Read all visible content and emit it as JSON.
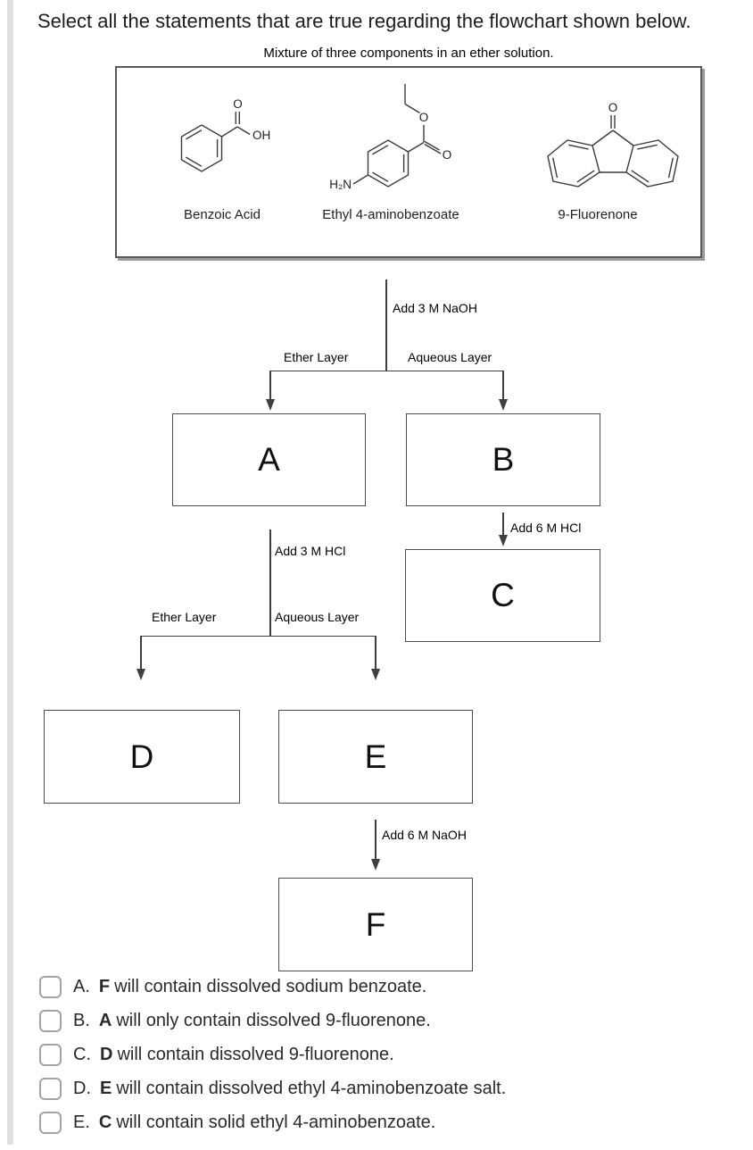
{
  "page": {
    "title": "Select all the statements that are true regarding the flowchart shown below."
  },
  "mixture": {
    "caption": "Mixture of three components in an ether solution.",
    "compounds": [
      {
        "name": "Benzoic Acid",
        "atoms": {
          "carbonyl_o": "O",
          "hydroxyl": "OH"
        }
      },
      {
        "name": "Ethyl 4-aminobenzoate",
        "atoms": {
          "amine": "H₂N",
          "ester_o": "O",
          "carbonyl_o": "O"
        }
      },
      {
        "name": "9-Fluorenone",
        "atoms": {
          "carbonyl_o": "O"
        }
      }
    ]
  },
  "flowchart": {
    "step_naoh3": "Add 3 M NaOH",
    "branch1_left": "Ether Layer",
    "branch1_right": "Aqueous Layer",
    "box_a": "A",
    "box_b": "B",
    "step_hcl6": "Add 6 M HCl",
    "box_c": "C",
    "step_hcl3": "Add 3 M HCl",
    "branch2_left": "Ether Layer",
    "branch2_right": "Aqueous Layer",
    "box_d": "D",
    "box_e": "E",
    "step_naoh6": "Add 6 M NaOH",
    "box_f": "F"
  },
  "options": [
    {
      "prefix": "A.",
      "subject": "F",
      "text": "will contain dissolved sodium benzoate."
    },
    {
      "prefix": "B.",
      "subject": "A",
      "text": "will only contain dissolved 9-fluorenone."
    },
    {
      "prefix": "C.",
      "subject": "D",
      "text": "will contain dissolved 9-fluorenone."
    },
    {
      "prefix": "D.",
      "subject": "E",
      "text": "will contain dissolved ethyl 4-aminobenzoate salt."
    },
    {
      "prefix": "E.",
      "subject": "C",
      "text": "will contain solid ethyl 4-aminobenzoate."
    }
  ]
}
